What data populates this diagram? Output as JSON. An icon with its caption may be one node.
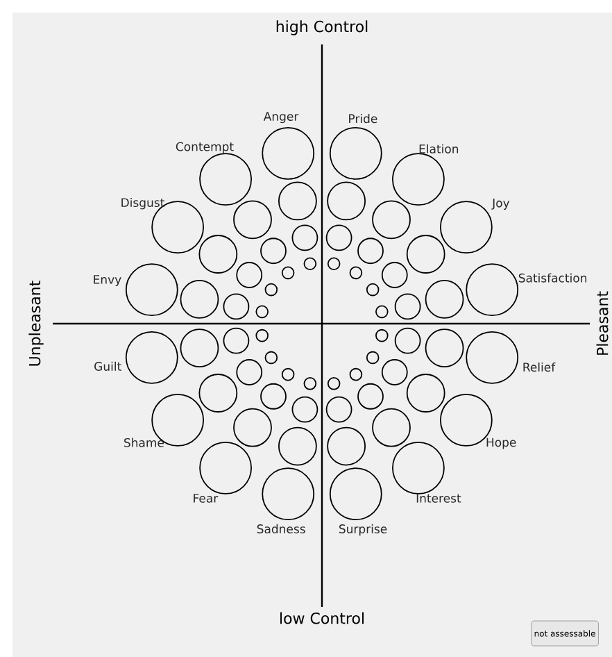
{
  "diagram": {
    "nodes": [
      {
        "text": [
          "Anger"
        ]
      },
      {
        "text": [],
        "shape": "circle"
      },
      {
        "text": [],
        "shape": "circle"
      },
      {
        "text": [],
        "shape": "circle"
      },
      {
        "text": [
          "Pride"
        ]
      },
      {
        "text": [],
        "shape": "circle"
      },
      {
        "text": [],
        "shape": "circle"
      },
      {
        "text": [],
        "shape": "circle"
      },
      {
        "text": [
          "Contempt"
        ]
      },
      {
        "text": [],
        "shape": "circle"
      },
      {
        "text": [],
        "shape": "circle"
      },
      {
        "text": [],
        "shape": "circle"
      },
      {
        "text": [
          "Elation"
        ]
      },
      {
        "text": [],
        "shape": "circle"
      },
      {
        "text": [],
        "shape": "circle"
      },
      {
        "text": [],
        "shape": "circle"
      },
      {
        "text": [
          "Disgust"
        ]
      },
      {
        "text": [],
        "shape": "circle"
      },
      {
        "text": [],
        "shape": "circle"
      },
      {
        "text": [],
        "shape": "circle"
      },
      {
        "text": [
          "Joy"
        ]
      },
      {
        "text": [],
        "shape": "circle"
      },
      {
        "text": [],
        "shape": "circle"
      },
      {
        "text": [],
        "shape": "circle"
      },
      {
        "text": [
          "Envy"
        ]
      },
      {
        "text": [],
        "shape": "circle"
      },
      {
        "text": [],
        "shape": "circle"
      },
      {
        "text": [],
        "shape": "circle"
      },
      {
        "text": [
          "Satisfaction"
        ]
      },
      {
        "text": [],
        "shape": "circle"
      },
      {
        "text": [],
        "shape": "circle"
      },
      {
        "text": [],
        "shape": "circle"
      },
      {
        "text": [
          "Guilt"
        ]
      },
      {
        "text": [],
        "shape": "circle"
      },
      {
        "text": [],
        "shape": "circle"
      },
      {
        "text": [],
        "shape": "circle"
      },
      {
        "text": [
          "Relief"
        ]
      },
      {
        "text": [],
        "shape": "circle"
      },
      {
        "text": [],
        "shape": "circle"
      },
      {
        "text": [],
        "shape": "circle"
      },
      {
        "text": [
          "Shame"
        ]
      },
      {
        "text": [],
        "shape": "circle"
      },
      {
        "text": [],
        "shape": "circle"
      },
      {
        "text": [],
        "shape": "circle"
      },
      {
        "text": [
          "Hope"
        ]
      },
      {
        "text": [],
        "shape": "circle"
      },
      {
        "text": [],
        "shape": "circle"
      },
      {
        "text": [],
        "shape": "circle"
      },
      {
        "text": [
          "Fear"
        ]
      },
      {
        "text": [],
        "shape": "circle"
      },
      {
        "text": [],
        "shape": "circle"
      },
      {
        "text": [],
        "shape": "circle"
      },
      {
        "text": [
          "Interest"
        ]
      },
      {
        "text": [],
        "shape": "circle"
      },
      {
        "text": [],
        "shape": "circle"
      },
      {
        "text": [],
        "shape": "circle"
      },
      {
        "text": [
          "Sadness"
        ]
      },
      {
        "text": [],
        "shape": "circle"
      },
      {
        "text": [],
        "shape": "circle"
      },
      {
        "text": [],
        "shape": "circle"
      },
      {
        "text": [
          "Surprise"
        ]
      },
      {
        "text": [],
        "shape": "circle"
      },
      {
        "text": [],
        "shape": "circle"
      },
      {
        "text": [],
        "shape": "circle"
      },
      {
        "text": [
          "not assessable"
        ]
      }
    ],
    "labels": [
      "high Control",
      "Unpleasant",
      "Pleasant",
      "low Control"
    ]
  }
}
